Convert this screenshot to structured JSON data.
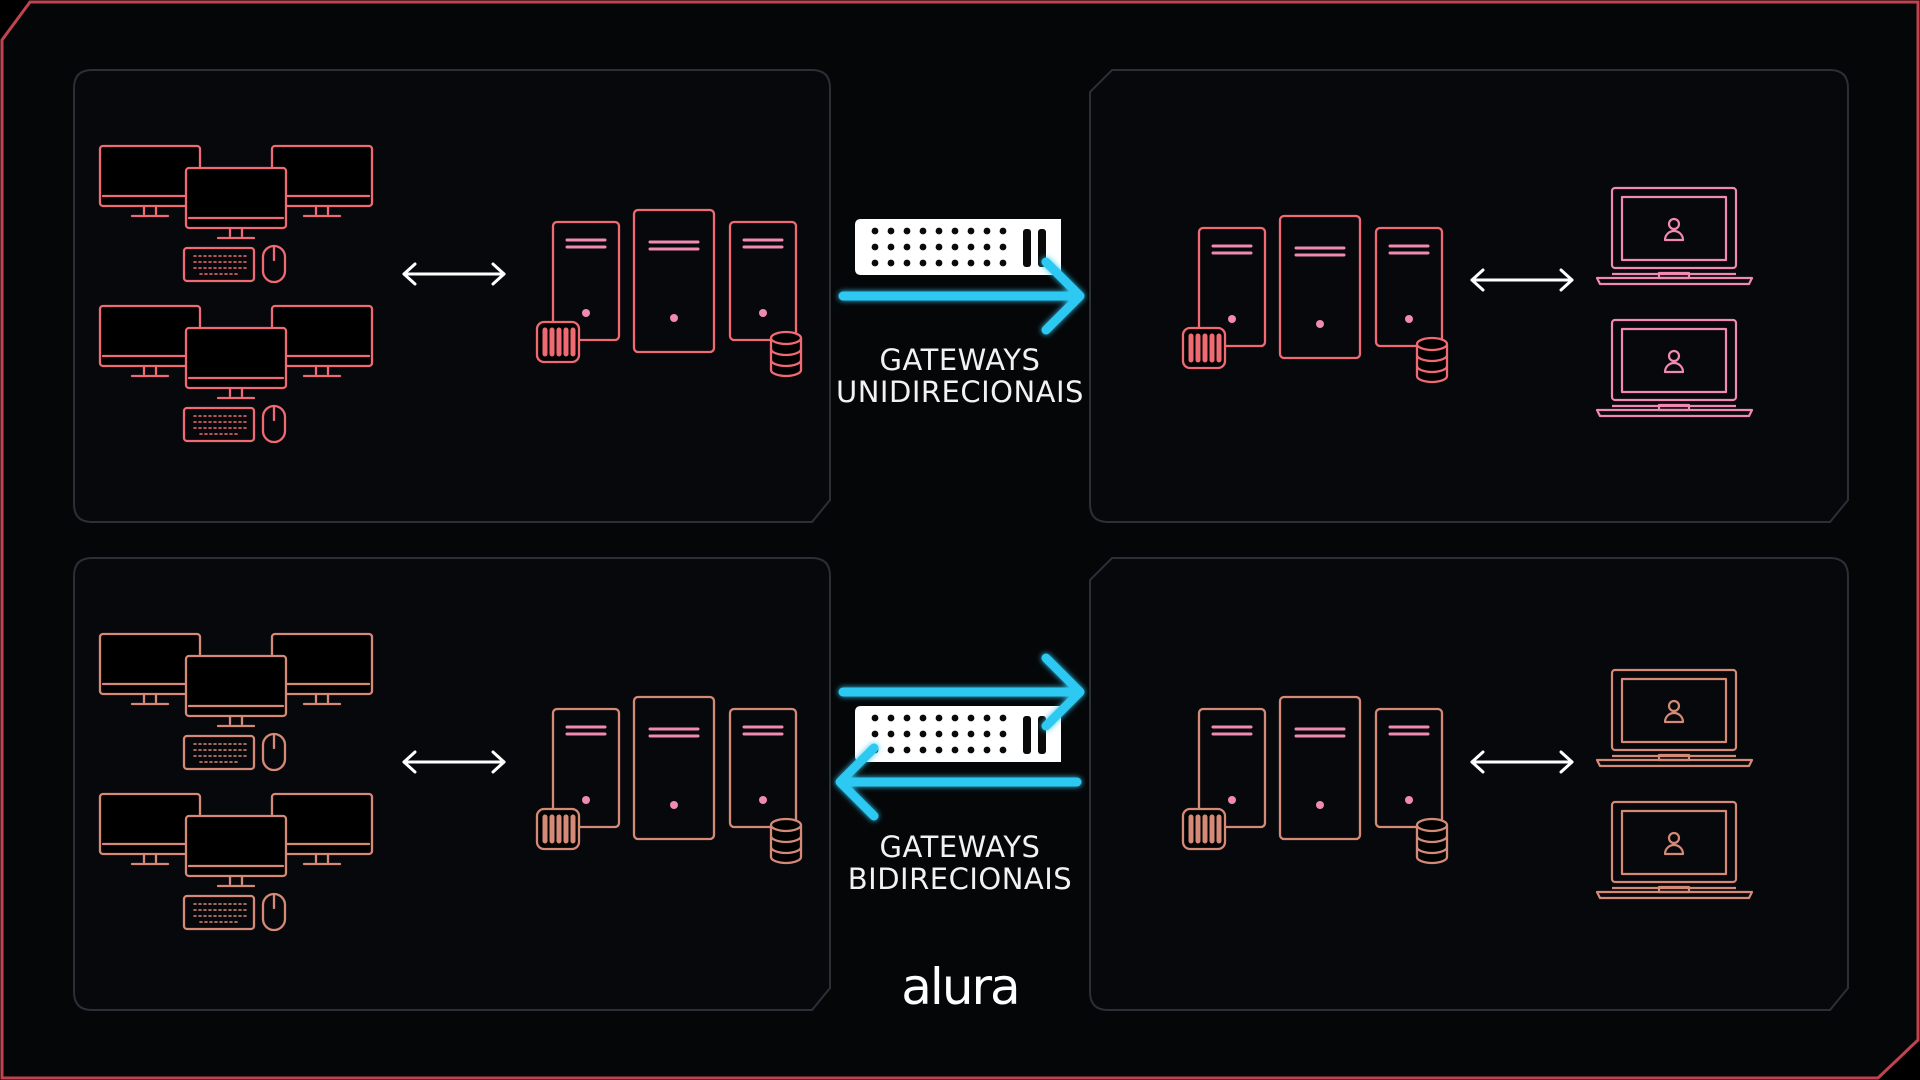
{
  "labels": {
    "unidirectional": [
      "GATEWAYS",
      "UNIDIRECIONAIS"
    ],
    "bidirectional": [
      "GATEWAYS",
      "BIDIRECIONAIS"
    ]
  },
  "brand": "alura",
  "icons": [
    "desktop-computer-icon",
    "keyboard-icon",
    "mouse-icon",
    "server-tower-icon",
    "firewall-icon",
    "database-icon",
    "laptop-user-icon",
    "user-icon",
    "double-arrow-icon",
    "gateway-device-icon",
    "arrow-right-icon",
    "arrow-left-icon"
  ],
  "colors": {
    "background": "#050608",
    "panel_fill": "#06080b",
    "panel_border": "#2b2f36",
    "frame_border": "#c0444f",
    "icon_coral": "#f06a73",
    "icon_tan": "#d58a78",
    "icon_pink": "#f08ab0",
    "cyan_arrow": "#2fc9f3",
    "white": "#ffffff"
  }
}
